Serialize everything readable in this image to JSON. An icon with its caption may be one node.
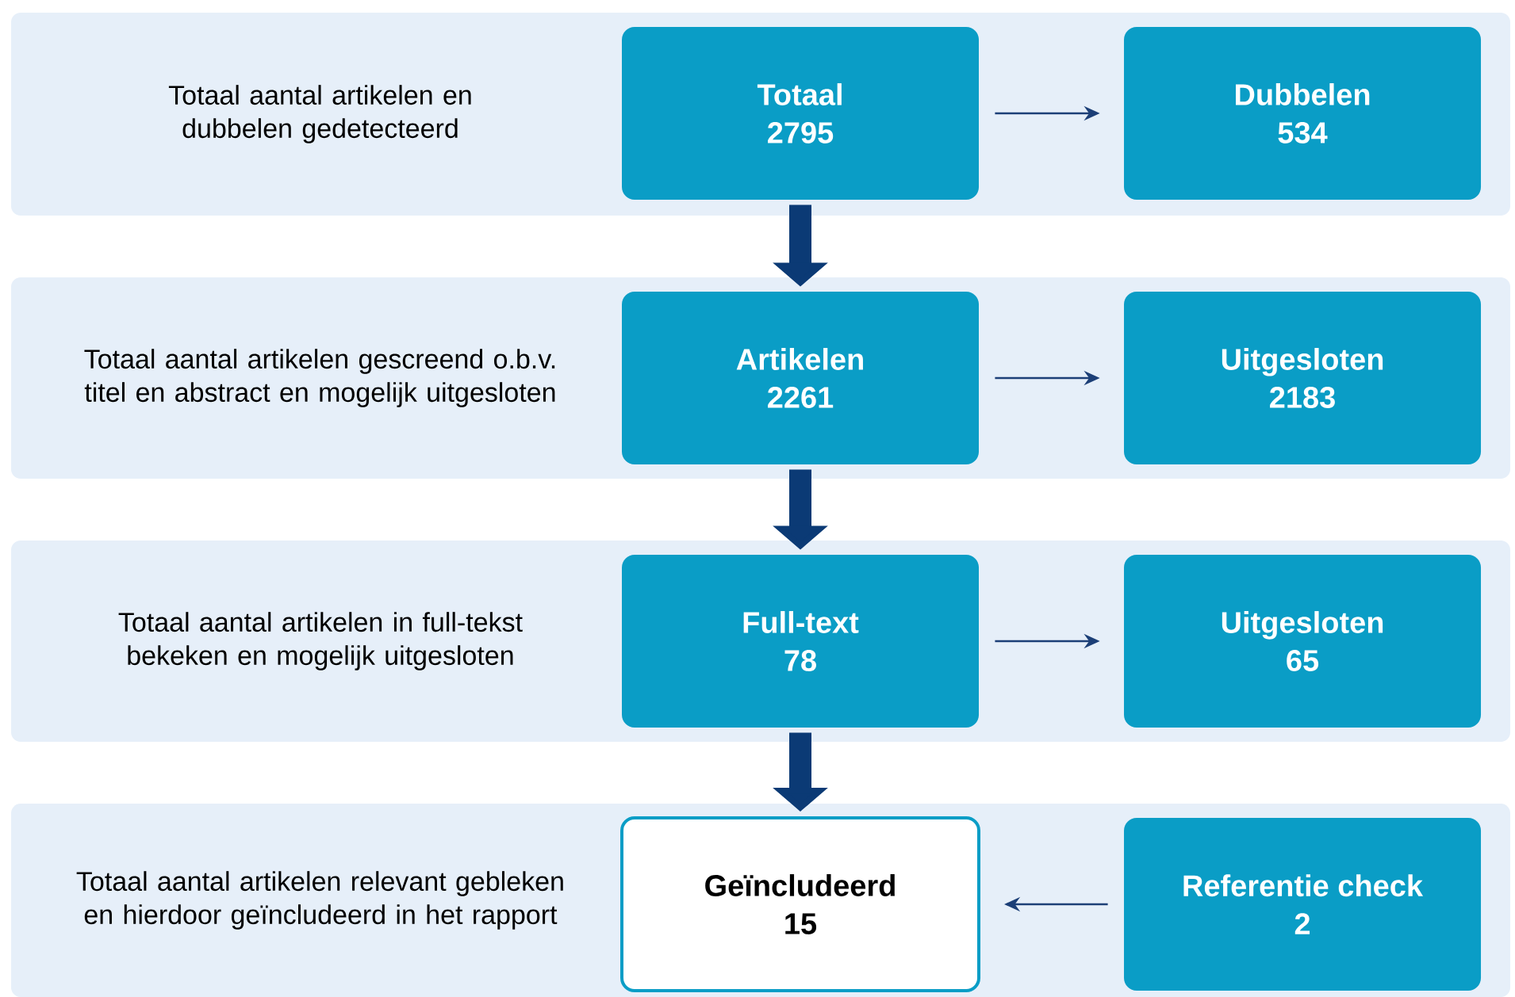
{
  "diagram": {
    "nodes": [
      {
        "text": [
          "Totaal aantal artikelen en dubbelen gedetecteerd"
        ]
      },
      {
        "text": [
          "Totaal",
          "2795"
        ],
        "in": 0
      },
      {
        "text": [
          "Dubbelen",
          "534"
        ],
        "in": 0
      },
      {
        "text": [
          "Totaal aantal artikelen gescreend o.b.v. titel en abstract en mogelijk uitgesloten"
        ]
      },
      {
        "text": [
          "Artikelen",
          "2261"
        ],
        "in": 3
      },
      {
        "text": [
          "Uitgesloten",
          "2183"
        ],
        "in": 3
      },
      {
        "text": [
          "Totaal aantal artikelen in full-tekst bekeken en mogelijk uitgesloten"
        ]
      },
      {
        "text": [
          "Full-text",
          "78"
        ],
        "in": 6
      },
      {
        "text": [
          "Uitgesloten",
          "65"
        ],
        "in": 6
      },
      {
        "text": [
          "Totaal aantal artikelen relevant gebleken en hierdoor geïncludeerd in het rapport"
        ]
      },
      {
        "text": [
          "Geïncludeerd",
          "15"
        ],
        "in": 9
      },
      {
        "text": [
          "Referentie check",
          "2"
        ],
        "in": 9
      }
    ],
    "edges": [
      {
        "from": 1,
        "to": 2,
        "arrow": "to"
      },
      {
        "from": 1,
        "to": 4,
        "arrow": "to",
        "style": "thick"
      },
      {
        "from": 4,
        "to": 5,
        "arrow": "to"
      },
      {
        "from": 4,
        "to": 7,
        "arrow": "to",
        "style": "thick"
      },
      {
        "from": 7,
        "to": 8,
        "arrow": "to"
      },
      {
        "from": 7,
        "to": 10,
        "arrow": "to",
        "style": "thick"
      },
      {
        "from": 11,
        "to": 10,
        "arrow": "to"
      }
    ]
  }
}
